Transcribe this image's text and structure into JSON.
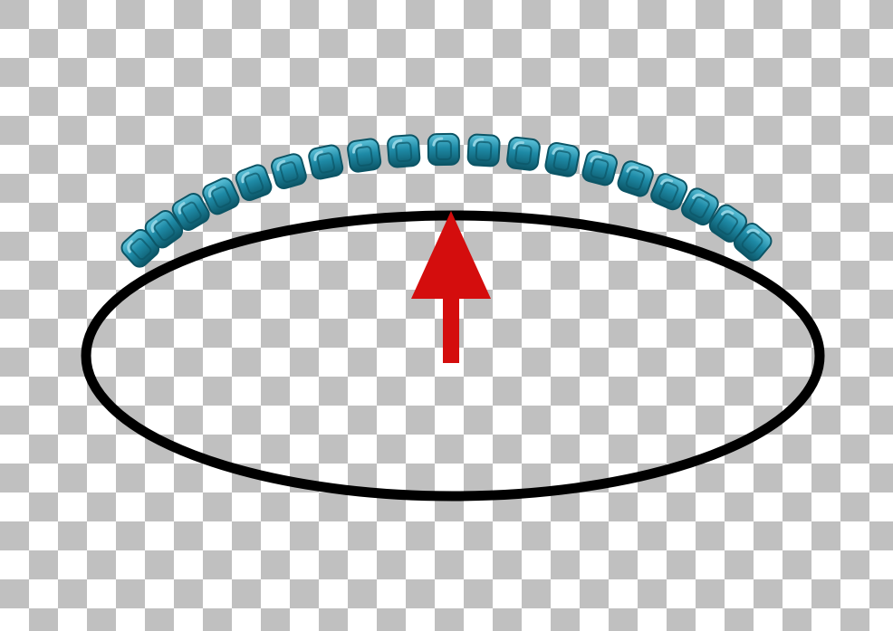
{
  "diagram": {
    "kind": "bead-bracelet-illustration",
    "background": {
      "pattern": "transparency-checkerboard",
      "light_color": "#ffffff",
      "dark_color": "#c0c0c0"
    },
    "cord": {
      "shape": "ellipse",
      "color": "#000000"
    },
    "beads": {
      "count": 19,
      "shape": "rounded-cube",
      "color": "#1e8aa6",
      "highlight_color": "#8fd3e3",
      "shadow_color": "#0c5566"
    },
    "arrow": {
      "direction": "up",
      "color": "#d40d0d",
      "icon": "arrow-up-icon"
    }
  }
}
